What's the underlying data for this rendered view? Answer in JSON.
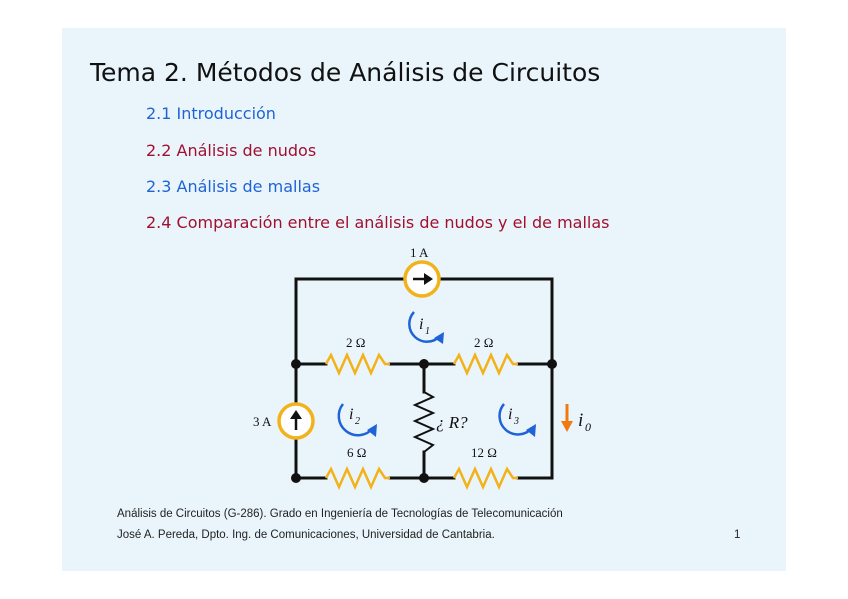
{
  "slide": {
    "title": "Tema 2. Métodos de Análisis de Circuitos",
    "items": [
      {
        "label": "2.1  Introducción",
        "color": "#1f63d6"
      },
      {
        "label": "2.2  Análisis de nudos",
        "color": "#a01030"
      },
      {
        "label": "2.3  Análisis de mallas",
        "color": "#1f63d6"
      },
      {
        "label": "2.4 Comparación entre el análisis de nudos y el de mallas",
        "color": "#a01030"
      }
    ],
    "footer": {
      "line1": "Análisis de Circuitos (G-286). Grado en Ingeniería de Tecnologías de Telecomunicación",
      "line2": "José A. Pereda, Dpto. Ing. de Comunicaciones, Universidad de Cantabria.",
      "page_number": "1"
    }
  },
  "circuit": {
    "source_top": "1 A",
    "source_left": "3 A",
    "resistor_top_left": "2 Ω",
    "resistor_top_right": "2 Ω",
    "resistor_bottom_left": "6 Ω",
    "resistor_bottom_right": "12 Ω",
    "resistor_middle": "¿ R?",
    "mesh_currents": [
      "i",
      "i",
      "i"
    ],
    "mesh_subscripts": [
      "1",
      "2",
      "3"
    ],
    "output_current": "i",
    "output_subscript": "0",
    "colors": {
      "wire": "#111111",
      "source_ring": "#f2b21a",
      "resistor": "#f2b21a",
      "mesh_arrow": "#1f63d6",
      "output_arrow": "#f07a10"
    }
  }
}
